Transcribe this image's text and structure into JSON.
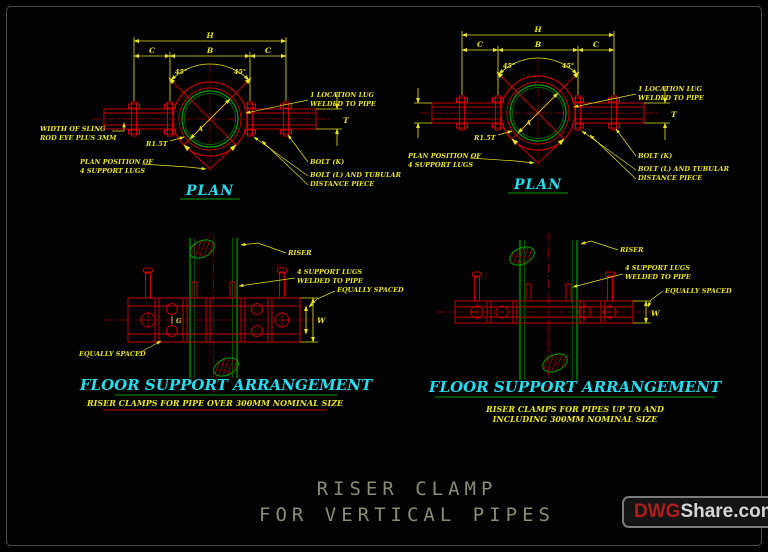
{
  "colors": {
    "background": "#020202",
    "border": "#4d4d4d",
    "cad_red": "#c40000",
    "cad_dark_red": "#8a0000",
    "cad_green": "#00a000",
    "cad_yellow": "#e8e520",
    "cad_cyan": "#25dcf0",
    "title_gray": "#8c8c74",
    "watermark_red": "#b01c1c",
    "watermark_gray": "#d6d6d6"
  },
  "plan": {
    "title": "PLAN",
    "dims": {
      "overall": "H",
      "bolt_centres": "B",
      "end": "C",
      "angle_left": "45°",
      "angle_right": "45°",
      "thickness": "T",
      "pipe_dia": "A",
      "radius": "R1.5T"
    },
    "labels": {
      "location_lug_line1": "1 LOCATION LUG",
      "location_lug_line2": "WELDED TO PIPE",
      "bolt_k": "BOLT (K)",
      "bolt_l_line1": "BOLT (L) AND TUBULAR",
      "bolt_l_line2": "DISTANCE PIECE",
      "lug_position_line1": "PLAN POSITION OF",
      "lug_position_line2": "4 SUPPORT LUGS",
      "sling_line1": "WIDTH OF SLING",
      "sling_line2": "ROD EYE PLUS 3MM"
    }
  },
  "floor_left": {
    "title": "FLOOR SUPPORT ARRANGEMENT",
    "subtitle": "RISER CLAMPS FOR PIPE OVER 300MM NOMINAL SIZE",
    "labels": {
      "riser": "RISER",
      "lugs_line1": "4 SUPPORT LUGS",
      "lugs_line2": "WELDED TO PIPE",
      "equally_spaced_right": "EQUALLY SPACED",
      "equally_spaced_left": "EQUALLY SPACED",
      "width": "W",
      "gauge": "G"
    }
  },
  "floor_right": {
    "title": "FLOOR SUPPORT ARRANGEMENT",
    "subtitle_line1": "RISER CLAMPS FOR PIPES UP TO AND",
    "subtitle_line2": "INCLUDING 300MM NOMINAL SIZE",
    "labels": {
      "riser": "RISER",
      "lugs_line1": "4 SUPPORT LUGS",
      "lugs_line2": "WELDED TO PIPE",
      "equally_spaced": "EQUALLY SPACED",
      "width": "W"
    }
  },
  "footer": {
    "title_line1": "RISER CLAMP",
    "title_line2": "FOR VERTICAL PIPES",
    "watermark_primary": "DWG",
    "watermark_secondary": "Share.com"
  }
}
